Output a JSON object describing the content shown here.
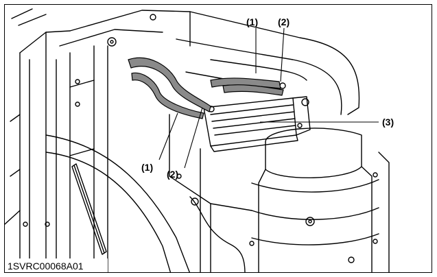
{
  "callouts": {
    "top_1": "(1)",
    "top_2": "(2)",
    "right_3": "(3)",
    "bottom_1": "(1)",
    "bottom_2": "(2)"
  },
  "figure_code": "1SVRC00068A01",
  "colors": {
    "line": "#000000",
    "hose": "#8a8a8a",
    "background": "#ffffff"
  }
}
